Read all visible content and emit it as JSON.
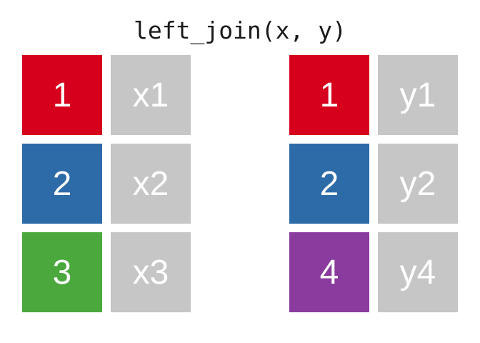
{
  "title": "left_join(x, y)",
  "colors": {
    "background": "#ffffff",
    "title_text": "#1a1a1a",
    "cell_text": "#ffffff",
    "value_cell": "#c6c6c6",
    "key_red": "#d6001c",
    "key_blue": "#2d6ba8",
    "key_green": "#4aa83c",
    "key_purple": "#8a3b9e"
  },
  "tables": [
    {
      "name": "x",
      "side": "left",
      "rows": [
        {
          "key": "1",
          "value": "x1",
          "key_color": "#d6001c"
        },
        {
          "key": "2",
          "value": "x2",
          "key_color": "#2d6ba8"
        },
        {
          "key": "3",
          "value": "x3",
          "key_color": "#4aa83c"
        }
      ]
    },
    {
      "name": "y",
      "side": "right",
      "rows": [
        {
          "key": "1",
          "value": "y1",
          "key_color": "#d6001c"
        },
        {
          "key": "2",
          "value": "y2",
          "key_color": "#2d6ba8"
        },
        {
          "key": "4",
          "value": "y4",
          "key_color": "#8a3b9e"
        }
      ]
    }
  ]
}
